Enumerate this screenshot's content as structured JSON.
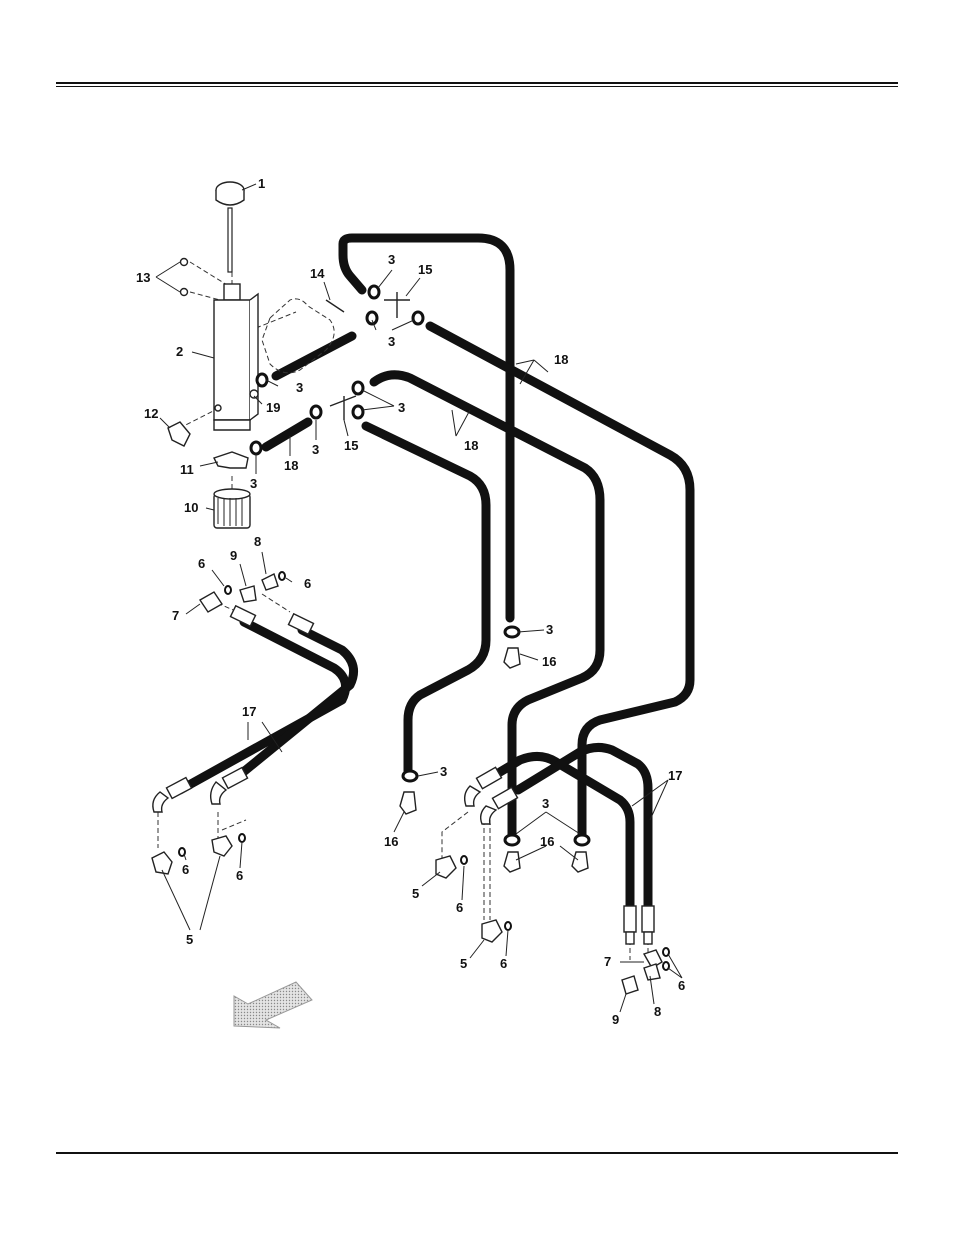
{
  "callouts": {
    "c1": "1",
    "c2": "2",
    "c3": "3",
    "c5": "5",
    "c6": "6",
    "c7": "7",
    "c8": "8",
    "c9": "9",
    "c10": "10",
    "c11": "11",
    "c12": "12",
    "c13": "13",
    "c14": "14",
    "c15": "15",
    "c16": "16",
    "c17": "17",
    "c18": "18",
    "c19": "19"
  },
  "colors": {
    "ink": "#111111",
    "arrow_fill": "#cfcfcf"
  },
  "icons": {
    "direction_arrow": "front-direction-arrow-icon"
  }
}
